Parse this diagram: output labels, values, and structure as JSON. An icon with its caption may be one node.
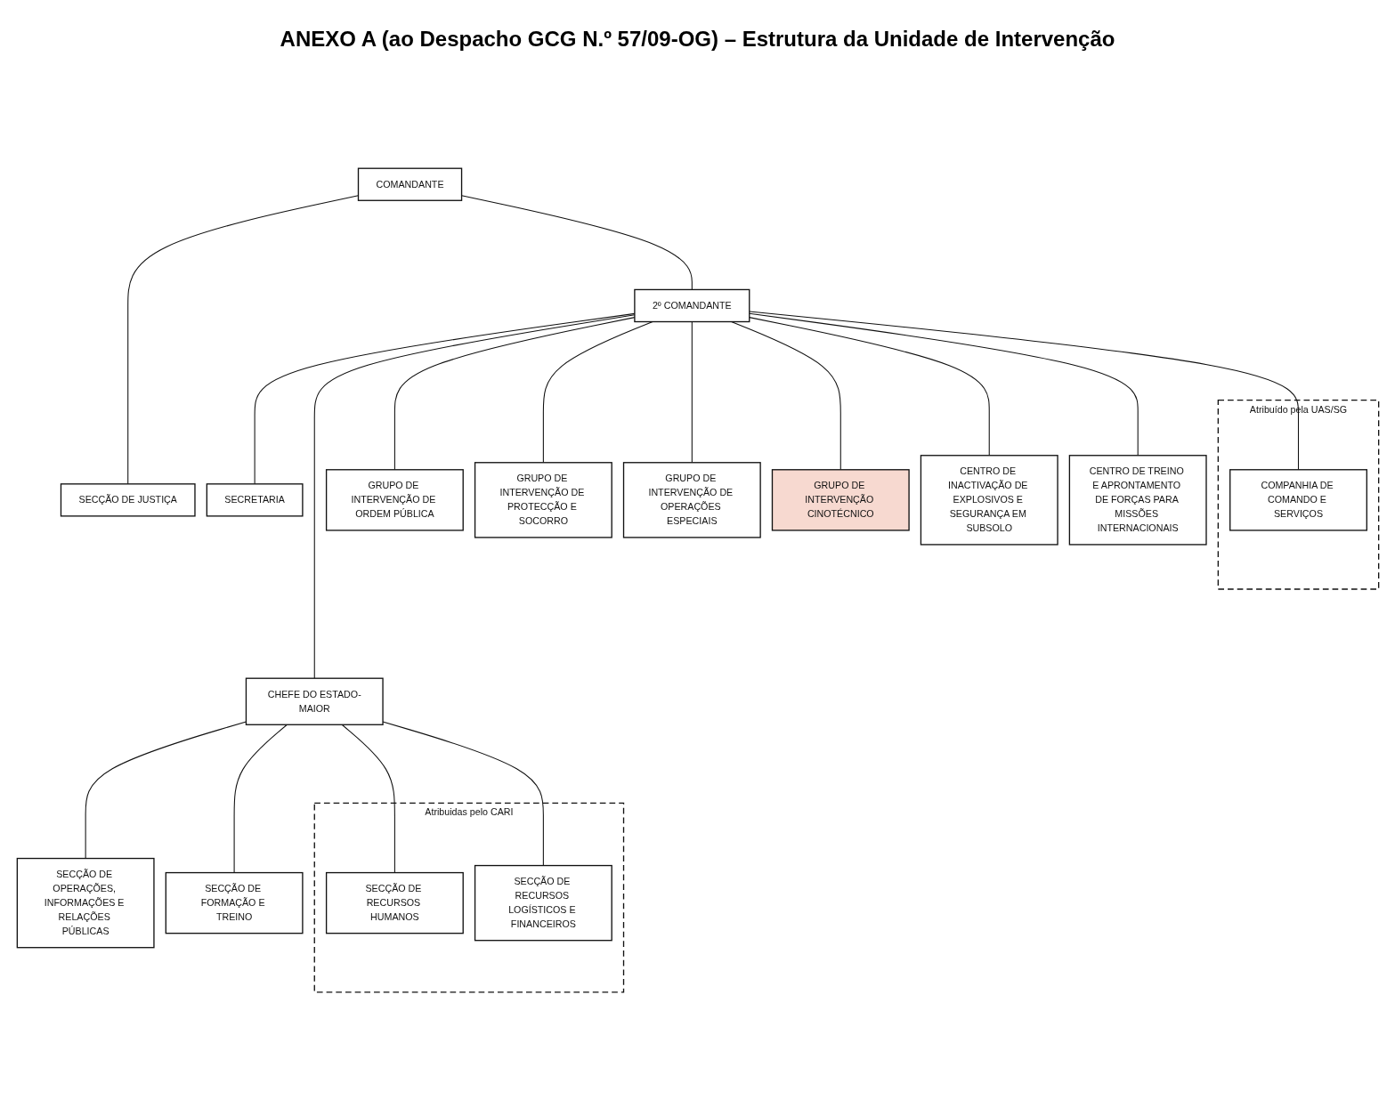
{
  "diagram": {
    "title": "ANEXO A (ao Despacho GCG N.º 57/09-OG) – Estrutura da Unidade de Intervenção",
    "nodes": [
      {
        "text": [
          "COMANDANTE"
        ]
      },
      {
        "text": [
          "SECÇÃO DE JUSTIÇA"
        ]
      },
      {
        "text": [
          "2º COMANDANTE"
        ]
      },
      {
        "text": [
          "SECRETARIA"
        ]
      },
      {
        "text": [
          "CHEFE DO ESTADO-MAIOR"
        ]
      },
      {
        "text": [
          "SECÇÃO DE OPERAÇÕES, INFORMAÇÕES E RELAÇÕES PÚBLICAS"
        ]
      },
      {
        "text": [
          "SECÇÃO DE FORMAÇÃO E TREINO"
        ]
      },
      {
        "text": [
          "Atribuidas pelo CARI"
        ]
      },
      {
        "text": [
          "SECÇÃO DE RECURSOS HUMANOS"
        ],
        "in": 7
      },
      {
        "text": [
          "SECÇÃO DE RECURSOS LOGÍSTICOS E FINANCEIROS"
        ],
        "in": 7
      },
      {
        "text": [
          "GRUPO DE INTERVENÇÃO DE ORDEM PÚBLICA"
        ]
      },
      {
        "text": [
          "GRUPO DE INTERVENÇÃO DE PROTECÇÃO E SOCORRO"
        ]
      },
      {
        "text": [
          "GRUPO DE INTERVENÇÃO DE OPERAÇÕES ESPECIAIS"
        ]
      },
      {
        "text": [
          "GRUPO DE INTERVENÇÃO CINOTÉCNICO"
        ]
      },
      {
        "text": [
          "CENTRO DE INACTIVAÇÃO DE EXPLOSIVOS E SEGURANÇA EM SUBSOLO"
        ]
      },
      {
        "text": [
          "CENTRO DE TREINO E APRONTAMENTO DE FORÇAS PARA MISSÕES INTERNACIONAIS"
        ]
      },
      {
        "text": [
          "Atribuído pela UAS/SG"
        ]
      },
      {
        "text": [
          "COMPANHIA DE COMANDO E SERVIÇOS"
        ],
        "in": 16
      }
    ],
    "edges": [
      {
        "from": 0,
        "to": 1,
        "arrow": "none"
      },
      {
        "from": 0,
        "to": 2,
        "arrow": "none"
      },
      {
        "from": 2,
        "to": 3,
        "arrow": "none"
      },
      {
        "from": 2,
        "to": 4,
        "arrow": "none"
      },
      {
        "from": 4,
        "to": 5,
        "arrow": "none"
      },
      {
        "from": 4,
        "to": 6,
        "arrow": "none"
      },
      {
        "from": 4,
        "to": 8,
        "arrow": "none"
      },
      {
        "from": 4,
        "to": 9,
        "arrow": "none"
      },
      {
        "from": 2,
        "to": 10,
        "arrow": "none"
      },
      {
        "from": 2,
        "to": 11,
        "arrow": "none"
      },
      {
        "from": 2,
        "to": 12,
        "arrow": "none"
      },
      {
        "from": 2,
        "to": 13,
        "arrow": "none"
      },
      {
        "from": 2,
        "to": 14,
        "arrow": "none"
      },
      {
        "from": 2,
        "to": 15,
        "arrow": "none"
      },
      {
        "from": 2,
        "to": 17,
        "arrow": "none"
      }
    ]
  }
}
